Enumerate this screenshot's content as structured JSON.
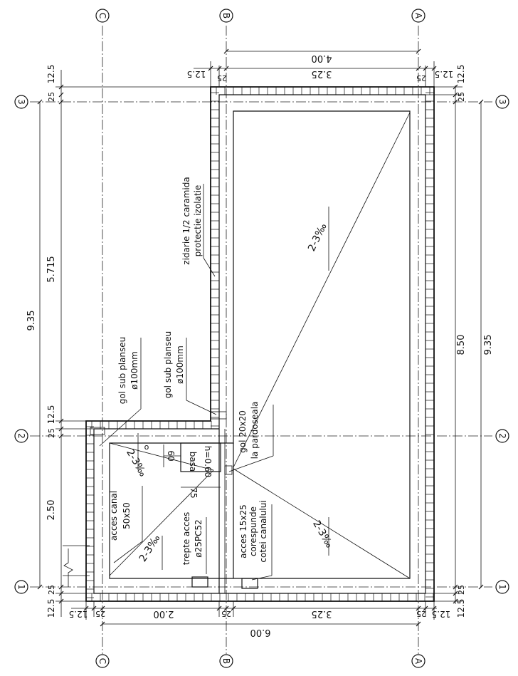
{
  "axes": {
    "letters": [
      "C",
      "B",
      "A"
    ],
    "numbers": [
      "3",
      "2",
      "1"
    ]
  },
  "dims": {
    "top_total": "4.00",
    "top_a": "12.5",
    "top_b": "25",
    "top_c": "3.25",
    "top_d": "25",
    "top_e": "12.5",
    "left_total": "9.35",
    "left_a": "12.5",
    "left_b": "25",
    "left_c": "5.715",
    "left_d": "12.5",
    "left_e": "25",
    "left_f": "2.50",
    "left_g": "25",
    "left_h": "12.5",
    "right_total": "9.35",
    "right_inner": "8.50",
    "right_a": "12.5",
    "right_b": "25",
    "right_c": "25",
    "right_d": "12.5",
    "bottom_total": "6.00",
    "bottom_a": "12.5",
    "bottom_b": "25",
    "bottom_c": "2.00",
    "bottom_d": "25",
    "bottom_e": "3.25",
    "bottom_f": "25",
    "bottom_g": "12.5"
  },
  "labels": {
    "zidarie_1": "zidarie 1/2 caramida",
    "zidarie_2": "protectie izolatie",
    "gol1_1": "gol sub planseu",
    "gol1_2": "ø100mm",
    "gol2_1": "gol sub planseu",
    "gol2_2": "ø100mm",
    "gol3_1": "gol 20x20",
    "gol3_2": "la pardoseala",
    "slope_main": "2-3‰",
    "slope_small_1": "2-3‰",
    "slope_small_2": "2-3‰",
    "slope_bottom": "2-3‰",
    "basa_1": "basa",
    "basa_2": "h=0.60",
    "dim_60": "60",
    "dim_75": "75",
    "acces_canal_1": "acces canal",
    "acces_canal_2": "50x50",
    "trepte_1": "trepte acces",
    "trepte_2": "ø25PC52",
    "acces_1": "acces 15x25",
    "acces_2": "corespunde",
    "acces_3": "cotei canalului",
    "circle_mark": "o"
  }
}
